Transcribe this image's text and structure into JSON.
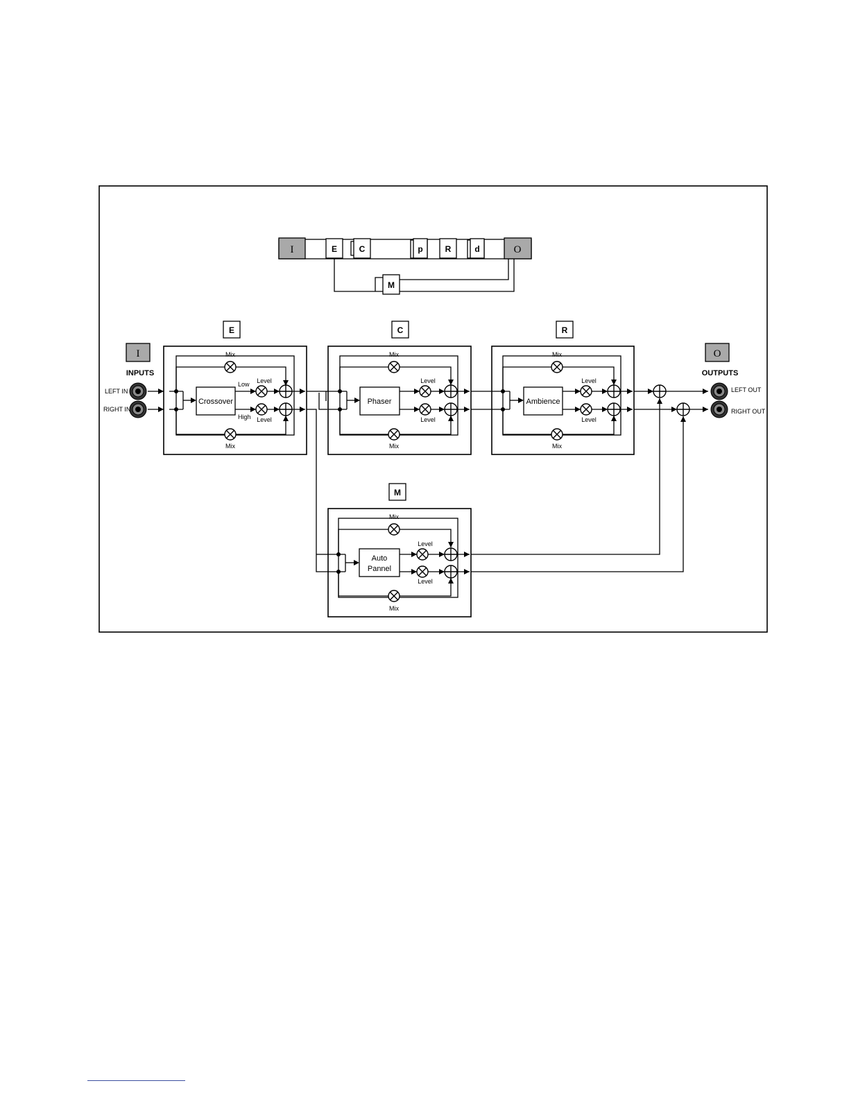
{
  "overview": {
    "badges": [
      "I",
      "E",
      "C",
      "p",
      "R",
      "d",
      "O",
      "M"
    ]
  },
  "blocks": {
    "E": {
      "badge": "E",
      "name": "Crossover",
      "mix_top": "Mix",
      "mix_bottom": "Mix",
      "level_top": "Level",
      "level_bottom": "Level",
      "low": "Low",
      "high": "High"
    },
    "C": {
      "badge": "C",
      "name": "Phaser",
      "mix_top": "Mix",
      "mix_bottom": "Mix",
      "level_top": "Level",
      "level_bottom": "Level"
    },
    "R": {
      "badge": "R",
      "name": "Ambience",
      "mix_top": "Mix",
      "mix_bottom": "Mix",
      "level_top": "Level",
      "level_bottom": "Level"
    },
    "M": {
      "badge": "M",
      "name_line1": "Auto",
      "name_line2": "Pannel",
      "mix_top": "Mix",
      "mix_bottom": "Mix",
      "level_top": "Level",
      "level_bottom": "Level"
    }
  },
  "io": {
    "input_badge": "I",
    "inputs_label": "INPUTS",
    "left_in": "LEFT IN",
    "right_in": "RIGHT IN",
    "output_badge": "O",
    "outputs_label": "OUTPUTS",
    "left_out": "LEFT OUT",
    "right_out": "RIGHT OUT"
  }
}
